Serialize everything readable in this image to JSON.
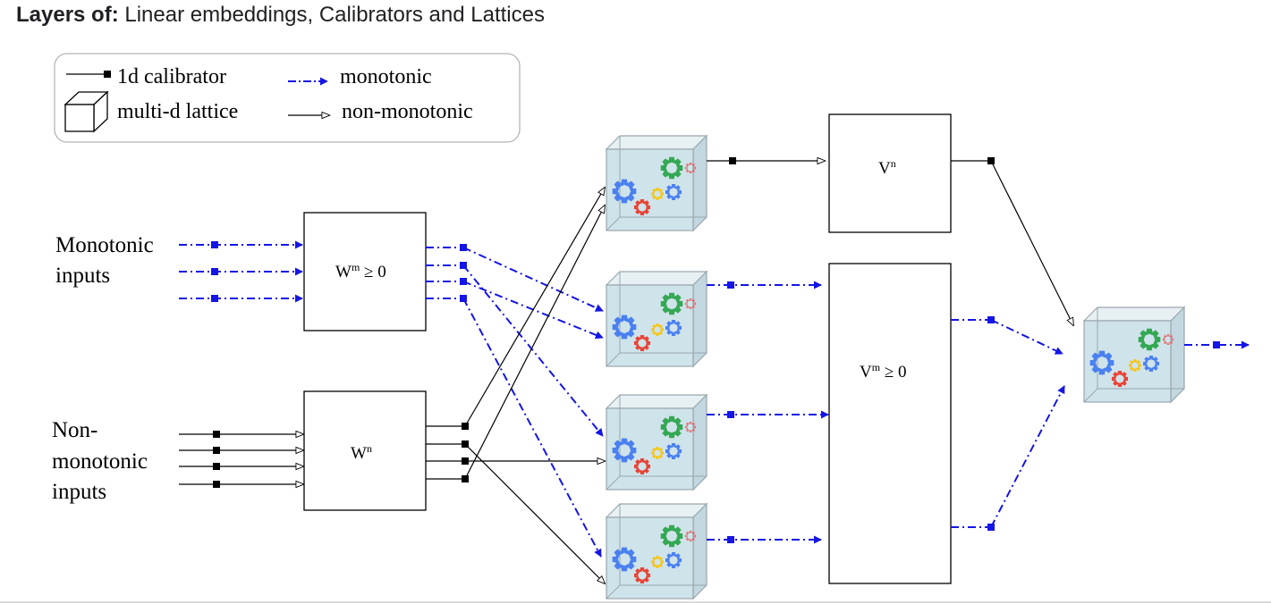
{
  "header": {
    "bold": "Layers of:",
    "rest": "Linear embeddings, Calibrators and Lattices"
  },
  "legend": {
    "calibrator": "1d calibrator",
    "lattice": "multi-d lattice",
    "monotonic": "monotonic",
    "non_monotonic": "non-monotonic"
  },
  "inputs": {
    "monotonic": [
      "Monotonic",
      "inputs"
    ],
    "non_monotonic": [
      "Non-",
      "monotonic",
      "inputs"
    ]
  },
  "boxes": {
    "wm": "W",
    "wm_sup": "m",
    "wm_suffix": " ≥ 0",
    "wn": "W",
    "wn_sup": "n",
    "vn": "V",
    "vn_sup": "n",
    "vm": "V",
    "vm_sup": "m",
    "vm_suffix": " ≥ 0"
  },
  "colors": {
    "monotonic": "#1515e6",
    "nonmonotonic": "#000000",
    "cube_fill": "#cfe3ea",
    "cube_edge": "#9aa7ad",
    "gear_blue": "#4a80f0",
    "gear_red": "#e84335",
    "gear_yellow": "#f5c518",
    "gear_green": "#34a853",
    "gear_pink": "#e06b6b"
  }
}
